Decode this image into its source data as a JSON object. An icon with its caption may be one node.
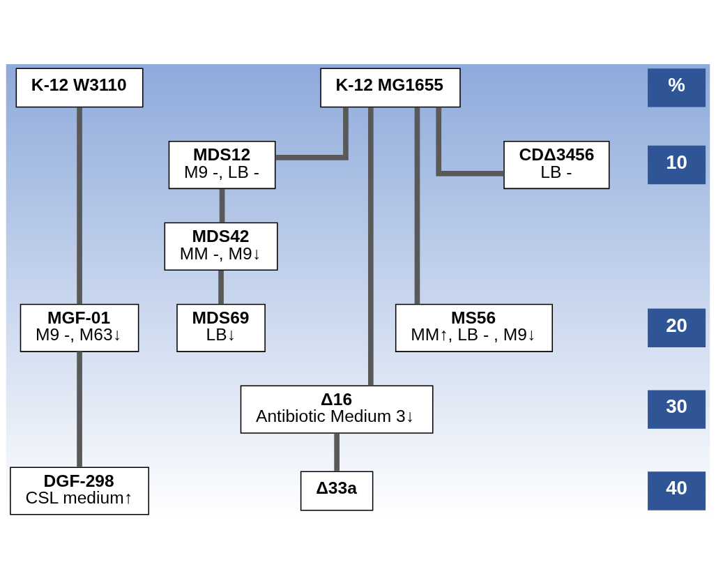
{
  "diagram": {
    "nodes": [
      {
        "text": [
          "K-12 W3110"
        ]
      },
      {
        "text": [
          "MGF-01",
          "M9 -, M63↓"
        ]
      },
      {
        "text": [
          "DGF-298",
          "CSL medium↑"
        ]
      },
      {
        "text": [
          "K-12 MG1655"
        ]
      },
      {
        "text": [
          "MDS12",
          "M9 -, LB -"
        ]
      },
      {
        "text": [
          "MDS42",
          "MM -, M9↓"
        ]
      },
      {
        "text": [
          "MDS69",
          "LB↓"
        ]
      },
      {
        "text": [
          "Δ16",
          "Antibiotic Medium 3↓"
        ]
      },
      {
        "text": [
          "Δ33a"
        ]
      },
      {
        "text": [
          "MS56",
          "MM↑, LB - , M9↓"
        ]
      },
      {
        "text": [
          "CDΔ3456",
          "LB -"
        ]
      }
    ],
    "edges": [
      {
        "from": 0,
        "to": 1,
        "arrow": "none"
      },
      {
        "from": 1,
        "to": 2,
        "arrow": "none"
      },
      {
        "from": 3,
        "to": 4,
        "arrow": "none"
      },
      {
        "from": 4,
        "to": 5,
        "arrow": "none"
      },
      {
        "from": 5,
        "to": 6,
        "arrow": "none"
      },
      {
        "from": 3,
        "to": 7,
        "arrow": "none"
      },
      {
        "from": 7,
        "to": 8,
        "arrow": "none"
      },
      {
        "from": 3,
        "to": 9,
        "arrow": "none"
      },
      {
        "from": 3,
        "to": 10,
        "arrow": "none"
      }
    ],
    "labels": [
      "%",
      "10",
      "20",
      "30",
      "40"
    ]
  }
}
